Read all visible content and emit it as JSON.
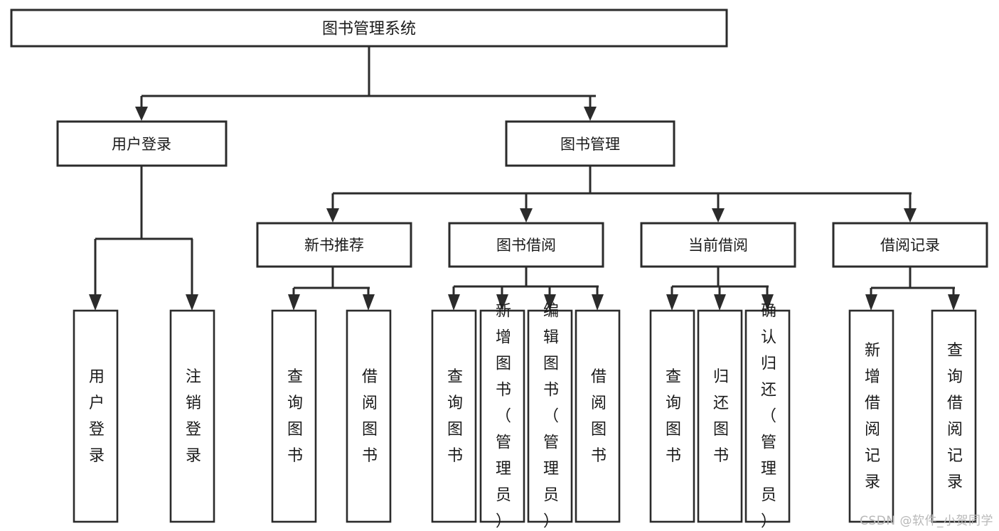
{
  "diagram": {
    "type": "tree-hierarchy",
    "title": "图书管理系统",
    "root": {
      "id": "root",
      "label": "图书管理系统",
      "orientation": "horizontal"
    },
    "level2": [
      {
        "id": "user-login",
        "label": "用户登录",
        "orientation": "horizontal"
      },
      {
        "id": "book-manage",
        "label": "图书管理",
        "orientation": "horizontal"
      }
    ],
    "level3": [
      {
        "id": "new-book-rec",
        "label": "新书推荐",
        "orientation": "horizontal",
        "parent": "book-manage"
      },
      {
        "id": "book-borrow",
        "label": "图书借阅",
        "orientation": "horizontal",
        "parent": "book-manage"
      },
      {
        "id": "current-borrow",
        "label": "当前借阅",
        "orientation": "horizontal",
        "parent": "book-manage"
      },
      {
        "id": "borrow-record",
        "label": "借阅记录",
        "orientation": "horizontal",
        "parent": "book-manage"
      }
    ],
    "leaves": [
      {
        "id": "leaf-user-login",
        "label": "用户登录",
        "parent": "user-login",
        "orientation": "vertical"
      },
      {
        "id": "leaf-logout",
        "label": "注销登录",
        "parent": "user-login",
        "orientation": "vertical"
      },
      {
        "id": "leaf-query-book-1",
        "label": "查询图书",
        "parent": "new-book-rec",
        "orientation": "vertical"
      },
      {
        "id": "leaf-borrow-book-1",
        "label": "借阅图书",
        "parent": "new-book-rec",
        "orientation": "vertical"
      },
      {
        "id": "leaf-query-book-2",
        "label": "查询图书",
        "parent": "book-borrow",
        "orientation": "vertical"
      },
      {
        "id": "leaf-add-book",
        "label": "新增图书（管理员）",
        "parent": "book-borrow",
        "orientation": "vertical"
      },
      {
        "id": "leaf-edit-book",
        "label": "编辑图书（管理员）",
        "parent": "book-borrow",
        "orientation": "vertical"
      },
      {
        "id": "leaf-borrow-book-2",
        "label": "借阅图书",
        "parent": "book-borrow",
        "orientation": "vertical"
      },
      {
        "id": "leaf-query-book-3",
        "label": "查询图书",
        "parent": "current-borrow",
        "orientation": "vertical"
      },
      {
        "id": "leaf-return-book",
        "label": "归还图书",
        "parent": "current-borrow",
        "orientation": "vertical"
      },
      {
        "id": "leaf-confirm-return",
        "label": "确认归还（管理员）",
        "parent": "current-borrow",
        "orientation": "vertical"
      },
      {
        "id": "leaf-add-record",
        "label": "新增借阅记录",
        "parent": "borrow-record",
        "orientation": "vertical"
      },
      {
        "id": "leaf-query-record",
        "label": "查询借阅记录",
        "parent": "borrow-record",
        "orientation": "vertical"
      }
    ],
    "colors": {
      "box_fill": "#ffffff",
      "box_stroke": "#2b2b2b",
      "connector": "#2b2b2b",
      "text": "#1a1a1a",
      "watermark": "#b8b8b8",
      "background": "#ffffff"
    }
  },
  "watermark": {
    "text": "CSDN @软件_小贺同学"
  }
}
